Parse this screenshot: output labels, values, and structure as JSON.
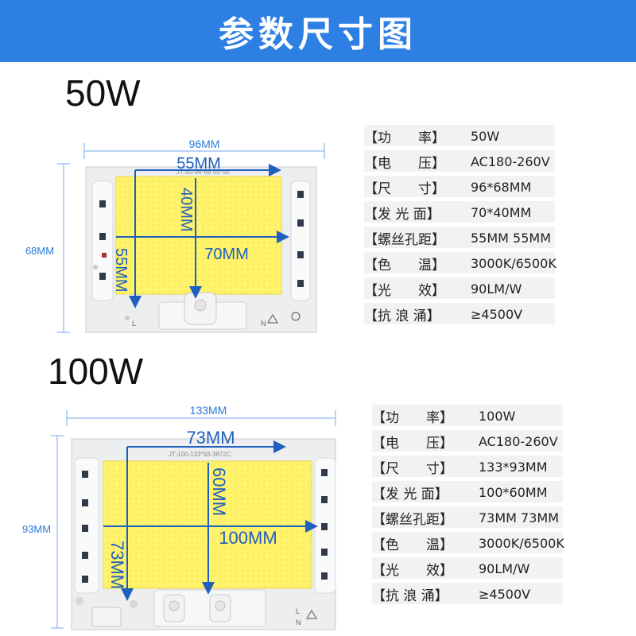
{
  "banner": {
    "title": "参数尺寸图"
  },
  "products": [
    {
      "watt_label": "50W",
      "width_dim": "96MM",
      "height_dim": "68MM",
      "hole_h": "55MM",
      "hole_v": "55MM",
      "emit_w": "70MM",
      "emit_h": "40MM",
      "pcb_code": "JT-50-96*68 55*55",
      "specs": [
        {
          "key": "【功　　率】",
          "value": "50W"
        },
        {
          "key": "【电　　压】",
          "value": "AC180-260V"
        },
        {
          "key": "【尺　　寸】",
          "value": "96*68MM"
        },
        {
          "key": "【发 光 面】",
          "value": "70*40MM"
        },
        {
          "key": "【螺丝孔距】",
          "value": "55MM 55MM"
        },
        {
          "key": "【色　　温】",
          "value": "3000K/6500K"
        },
        {
          "key": "【光　　效】",
          "value": "90LM/W"
        },
        {
          "key": "【抗 浪 涌】",
          "value": "≥4500V"
        }
      ]
    },
    {
      "watt_label": "100W",
      "width_dim": "133MM",
      "height_dim": "93MM",
      "hole_h": "73MM",
      "hole_v": "73MM",
      "emit_w": "100MM",
      "emit_h": "60MM",
      "pcb_code": "JT-100-133*93-3872C",
      "specs": [
        {
          "key": "【功　　率】",
          "value": "100W"
        },
        {
          "key": "【电　　压】",
          "value": "AC180-260V"
        },
        {
          "key": "【尺　　寸】",
          "value": "133*93MM"
        },
        {
          "key": "【发 光 面】",
          "value": "100*60MM"
        },
        {
          "key": "【螺丝孔距】",
          "value": "73MM 73MM"
        },
        {
          "key": "【色　　温】",
          "value": "3000K/6500K"
        },
        {
          "key": "【光　　效】",
          "value": "90LM/W"
        },
        {
          "key": "【抗 浪 涌】",
          "value": "≥4500V"
        }
      ]
    }
  ],
  "board_marks": {
    "live": "L",
    "neutral": "N"
  },
  "colors": {
    "banner": "#2e7fe3",
    "dimension": "#2b7bd6",
    "arrow": "#1f5fbf",
    "phosphor": "#fff36b"
  }
}
